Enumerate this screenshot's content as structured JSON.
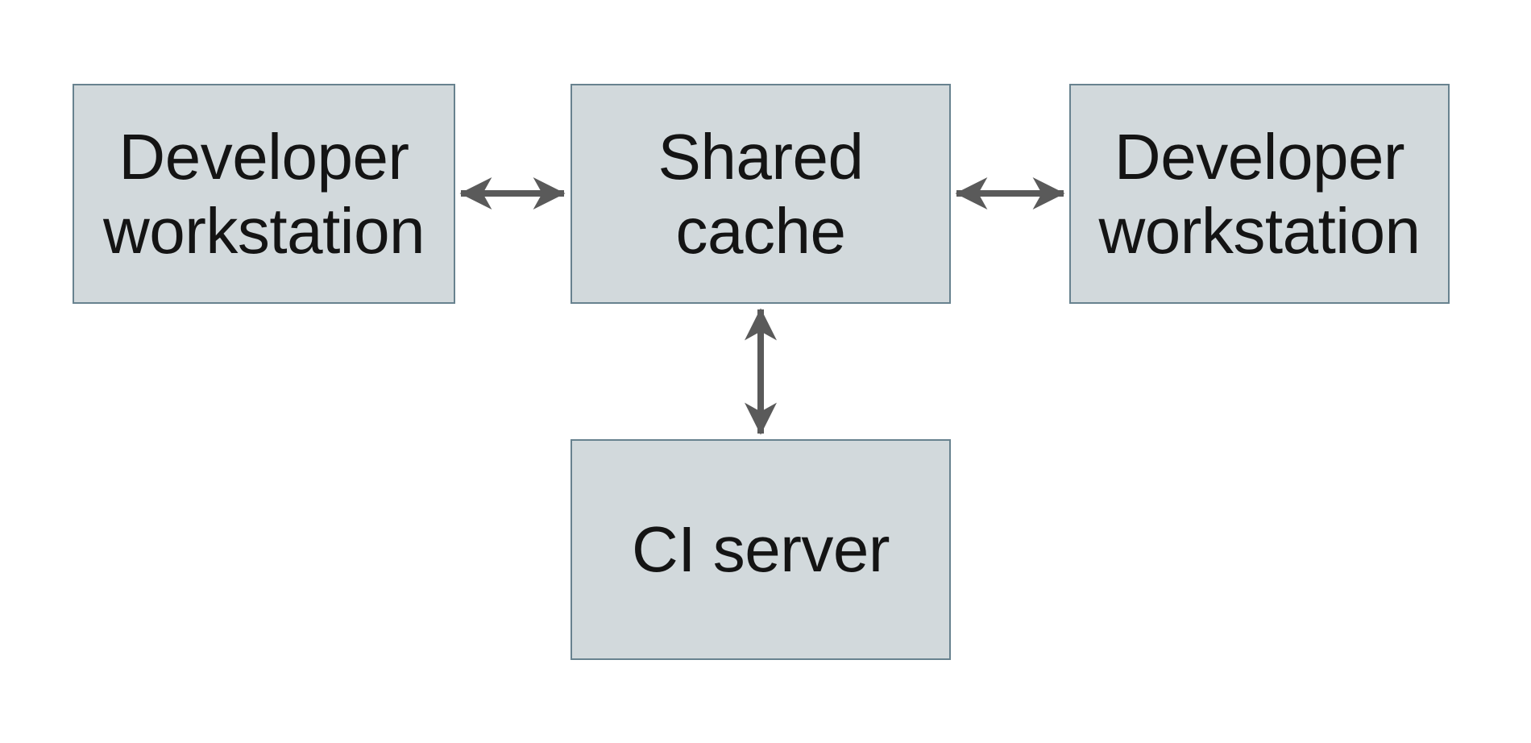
{
  "diagram": {
    "nodes": {
      "dev_left": {
        "label": "Developer workstation"
      },
      "shared_cache": {
        "label": "Shared cache"
      },
      "dev_right": {
        "label": "Developer workstation"
      },
      "ci_server": {
        "label": "CI server"
      }
    },
    "edges": [
      {
        "from": "dev_left",
        "to": "shared_cache",
        "direction": "bidirectional"
      },
      {
        "from": "shared_cache",
        "to": "dev_right",
        "direction": "bidirectional"
      },
      {
        "from": "shared_cache",
        "to": "ci_server",
        "direction": "bidirectional"
      }
    ],
    "colors": {
      "background": "#ffffff",
      "node_fill": "#d2d9dc",
      "node_border": "#68828f",
      "arrow": "#5a5a5a",
      "text": "#141414"
    }
  }
}
